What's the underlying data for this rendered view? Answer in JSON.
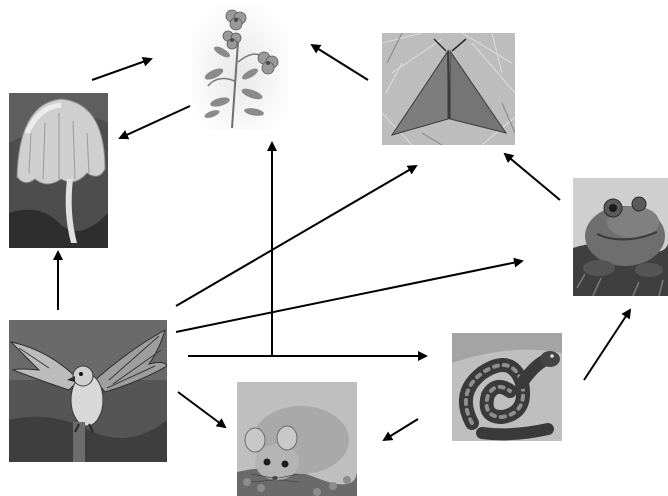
{
  "diagram": {
    "type": "food-web",
    "organisms": [
      {
        "id": "flower",
        "icon": "flower-icon"
      },
      {
        "id": "moth",
        "icon": "moth-icon"
      },
      {
        "id": "mushroom",
        "icon": "mushroom-icon"
      },
      {
        "id": "frog",
        "icon": "frog-icon"
      },
      {
        "id": "hawk",
        "icon": "hawk-icon"
      },
      {
        "id": "mouse",
        "icon": "mouse-icon"
      },
      {
        "id": "snake",
        "icon": "snake-icon"
      }
    ],
    "connections": [
      {
        "from": "mushroom",
        "to": "flower"
      },
      {
        "from": "flower",
        "to": "mushroom"
      },
      {
        "from": "moth",
        "to": "flower"
      },
      {
        "from": "frog",
        "to": "moth"
      },
      {
        "from": "hawk",
        "to": "mushroom"
      },
      {
        "from": "hawk",
        "to": "flower"
      },
      {
        "from": "hawk",
        "to": "moth"
      },
      {
        "from": "hawk",
        "to": "frog"
      },
      {
        "from": "hawk",
        "to": "snake"
      },
      {
        "from": "hawk",
        "to": "mouse"
      },
      {
        "from": "snake",
        "to": "mouse"
      },
      {
        "from": "snake",
        "to": "frog"
      }
    ],
    "colors": {
      "arrow": "#000000",
      "photo_dark": "#3a3a3a",
      "photo_mid": "#8a8a8a",
      "photo_light": "#d6d6d6"
    }
  }
}
